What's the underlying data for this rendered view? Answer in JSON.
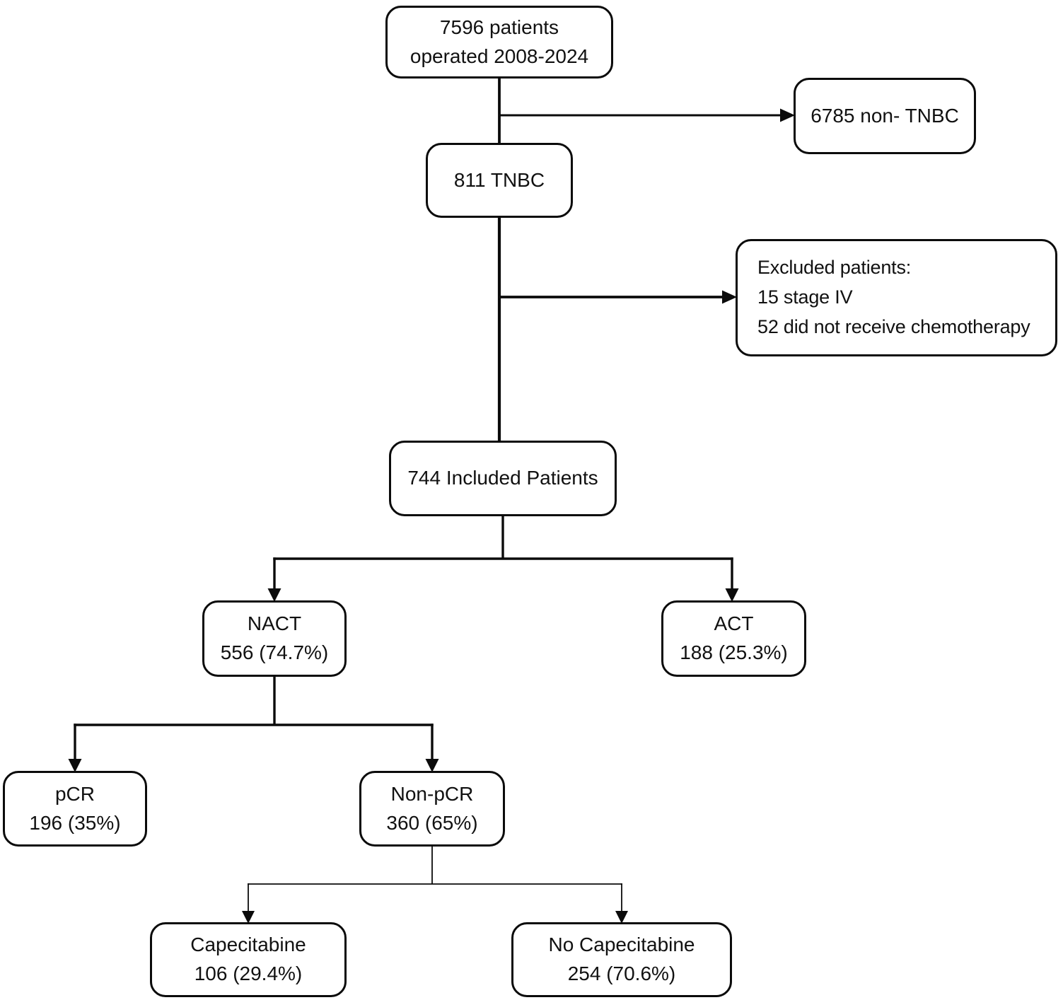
{
  "colors": {
    "background": "#ffffff",
    "line": "#0b0b0b",
    "text": "#111111"
  },
  "flowchart": {
    "type": "consort-flow-diagram",
    "nodes": {
      "operated": {
        "lines": [
          "7596 patients",
          "operated 2008-2024"
        ]
      },
      "non_tnbc": {
        "lines": [
          "6785 non- TNBC"
        ]
      },
      "tnbc": {
        "lines": [
          "811 TNBC"
        ]
      },
      "excluded": {
        "lines": [
          "Excluded patients:",
          "15 stage IV",
          "52 did not receive chemotherapy"
        ]
      },
      "included": {
        "lines": [
          "744 Included Patients"
        ]
      },
      "nact": {
        "lines": [
          "NACT",
          "556 (74.7%)"
        ]
      },
      "act": {
        "lines": [
          "ACT",
          "188 (25.3%)"
        ]
      },
      "pcr": {
        "lines": [
          "pCR",
          "196 (35%)"
        ]
      },
      "non_pcr": {
        "lines": [
          "Non-pCR",
          "360 (65%)"
        ]
      },
      "capecitabine": {
        "lines": [
          "Capecitabine",
          "106 (29.4%)"
        ]
      },
      "no_capecitabine": {
        "lines": [
          "No Capecitabine",
          "254 (70.6%)"
        ]
      }
    },
    "edges": [
      {
        "from": "operated",
        "to": "tnbc",
        "arrow": false
      },
      {
        "from": "operated",
        "to": "non_tnbc",
        "arrow": true
      },
      {
        "from": "tnbc",
        "to": "included",
        "arrow": false
      },
      {
        "from": "tnbc",
        "to": "excluded",
        "arrow": true
      },
      {
        "from": "included",
        "to": "nact",
        "arrow": true
      },
      {
        "from": "included",
        "to": "act",
        "arrow": true
      },
      {
        "from": "nact",
        "to": "pcr",
        "arrow": true
      },
      {
        "from": "nact",
        "to": "non_pcr",
        "arrow": true
      },
      {
        "from": "non_pcr",
        "to": "capecitabine",
        "arrow": true
      },
      {
        "from": "non_pcr",
        "to": "no_capecitabine",
        "arrow": true
      }
    ]
  }
}
